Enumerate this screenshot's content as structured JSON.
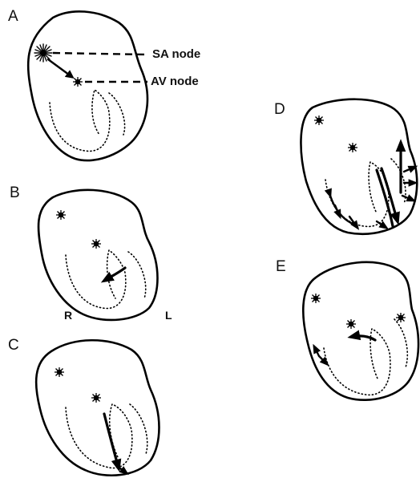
{
  "panels": {
    "a": {
      "letter": "A"
    },
    "b": {
      "letter": "B"
    },
    "c": {
      "letter": "C"
    },
    "d": {
      "letter": "D"
    },
    "e": {
      "letter": "E"
    }
  },
  "labels": {
    "sa_node": "SA node",
    "av_node": "AV node",
    "right": "R",
    "left": "L"
  }
}
